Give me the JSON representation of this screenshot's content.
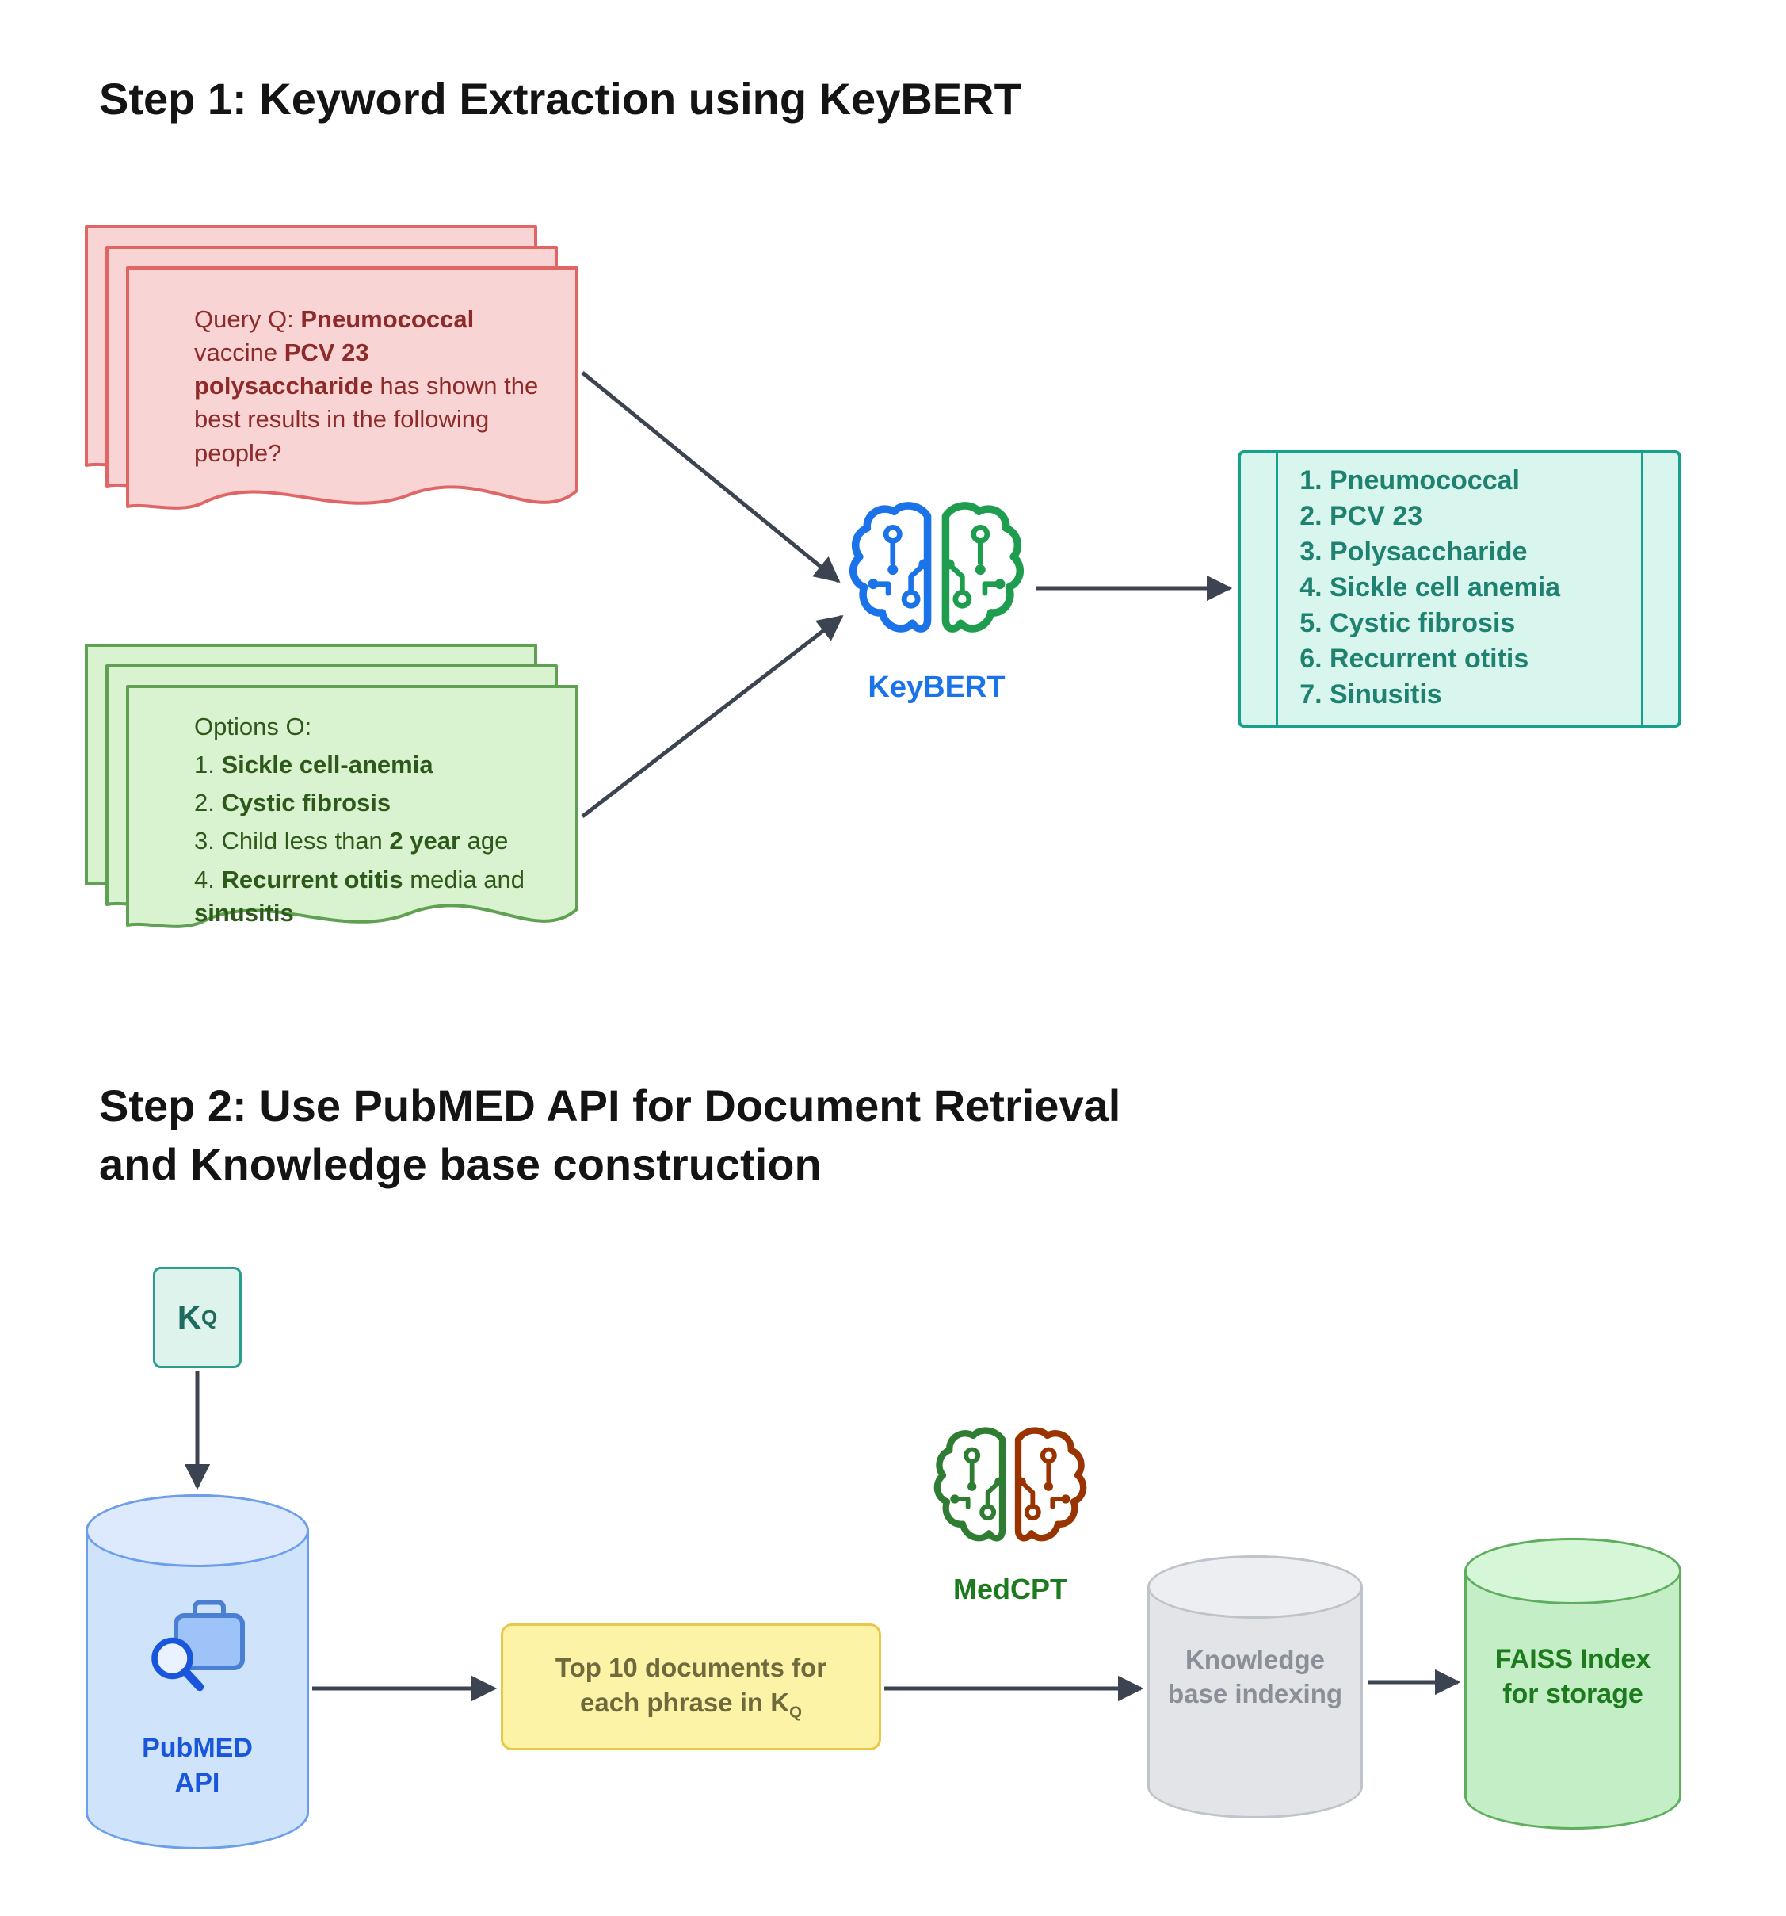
{
  "step1": {
    "title": "Step 1: Keyword Extraction using KeyBERT",
    "keybert_label": "KeyBERT",
    "query": {
      "segments": [
        {
          "t": "Query Q: "
        },
        {
          "t": "Pneumococcal",
          "b": true
        },
        {
          "t": " vaccine "
        },
        {
          "t": "PCV 23 polysaccharide",
          "b": true
        },
        {
          "t": " has shown the best results in the following people?"
        }
      ]
    },
    "options": {
      "lines": [
        [
          {
            "t": "Options O:"
          }
        ],
        [
          {
            "t": "1. "
          },
          {
            "t": "Sickle cell-anemia",
            "b": true
          }
        ],
        [
          {
            "t": "2. "
          },
          {
            "t": "Cystic fibrosis",
            "b": true
          }
        ],
        [
          {
            "t": "3. Child less than "
          },
          {
            "t": "2 year",
            "b": true
          },
          {
            "t": " age"
          }
        ],
        [
          {
            "t": "4. "
          },
          {
            "t": "Recurrent otitis",
            "b": true
          },
          {
            "t": " media and "
          },
          {
            "t": "sinusitis",
            "b": true
          }
        ]
      ]
    },
    "result": {
      "items": [
        "Pneumococcal",
        "PCV 23",
        "Polysaccharide",
        "Sickle cell anemia",
        "Cystic fibrosis",
        "Recurrent otitis",
        "Sinusitis"
      ]
    }
  },
  "step2": {
    "title_line1": "Step 2: Use PubMED API for Document Retrieval",
    "title_line2": "and Knowledge base construction",
    "kq": {
      "main": "K",
      "sub": "Q"
    },
    "pubmed": {
      "line1": "PubMED",
      "line2": "API"
    },
    "top10": {
      "text": "Top 10 documents for each phrase in K",
      "sub": "Q"
    },
    "medcpt_label": "MedCPT",
    "knowledge_label": "Knowledge base indexing",
    "faiss_label": "FAISS Index for storage"
  },
  "icons": {
    "keybert": "brain-circuit-icon",
    "medcpt": "brain-circuit-icon",
    "pubmed": "search-briefcase-icon"
  },
  "colors": {
    "query_doc_fill": "#f9d4d4",
    "query_doc_border": "#e06666",
    "query_text": "#8e2a2a",
    "options_doc_fill": "#d9f2cf",
    "options_doc_border": "#5fa052",
    "options_text": "#2d5a1b",
    "keybert_blue": "#1a73e8",
    "keybert_green": "#1f9d4e",
    "result_fill": "#d8f6ee",
    "result_border": "#17a08c",
    "result_text": "#1f8170",
    "kq_fill": "#ddf3ec",
    "kq_border": "#2a9d8f",
    "pubmed_fill": "#cfe3fb",
    "pubmed_border": "#6d9eeb",
    "pubmed_text": "#1a56db",
    "yellow_fill": "#fdf3a6",
    "yellow_border": "#e8c84a",
    "medcpt_green": "#2e7d32",
    "medcpt_red": "#993300",
    "gray_fill": "#e2e4e8",
    "gray_border": "#bfc3ca",
    "gray_text": "#8a8f99",
    "faiss_fill": "#c4efc6",
    "faiss_border": "#5fae5f",
    "faiss_text": "#1d7a1d",
    "arrow": "#3b4450"
  }
}
